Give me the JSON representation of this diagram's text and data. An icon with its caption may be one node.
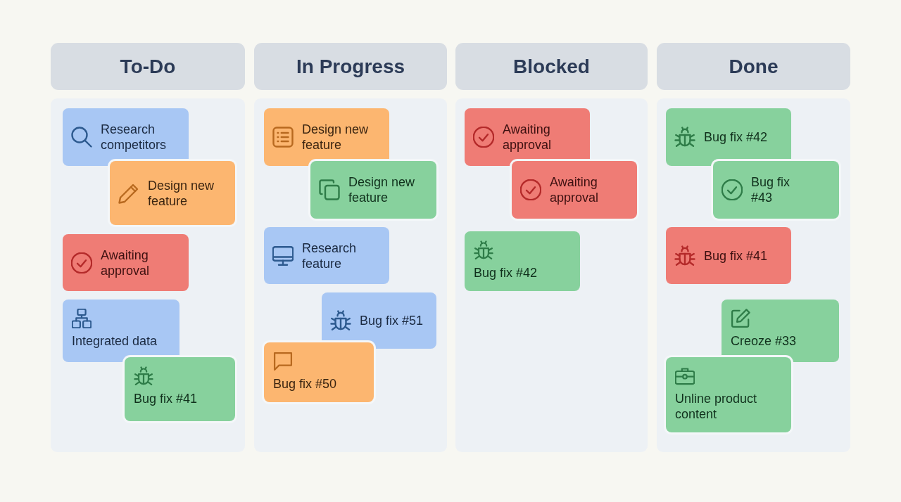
{
  "diagram": {
    "nodes": [
      {
        "text": [
          "To-Do"
        ]
      },
      {
        "text": [],
        "shape": "box"
      },
      {
        "text": [
          "Research competitors"
        ],
        "in": 1
      },
      {
        "text": [
          "Design new feature"
        ],
        "in": 1
      },
      {
        "text": [
          "Awaiting approval"
        ],
        "in": 1
      },
      {
        "text": [
          "Integrated data"
        ],
        "in": 1
      },
      {
        "text": [
          "Bug fix #41"
        ],
        "in": 1
      },
      {
        "text": [
          "In Progress"
        ]
      },
      {
        "text": [],
        "shape": "box"
      },
      {
        "text": [
          "Design new feature"
        ],
        "in": 8
      },
      {
        "text": [
          "Design new feature"
        ],
        "in": 8
      },
      {
        "text": [
          "Research feature"
        ],
        "in": 8
      },
      {
        "text": [
          "Bug fix #51"
        ],
        "in": 8
      },
      {
        "text": [
          "Bug fix #50"
        ],
        "in": 8
      },
      {
        "text": [
          "Blocked"
        ]
      },
      {
        "text": [],
        "shape": "box"
      },
      {
        "text": [
          "Awaiting approval"
        ],
        "in": 15
      },
      {
        "text": [
          "Awaiting approval"
        ],
        "in": 15
      },
      {
        "text": [
          "Bug fix #42"
        ],
        "in": 15
      },
      {
        "text": [
          "Done"
        ]
      },
      {
        "text": [],
        "shape": "box"
      },
      {
        "text": [
          "Bug fix #42"
        ],
        "in": 20
      },
      {
        "text": [
          "Bug fix #43"
        ],
        "in": 20
      },
      {
        "text": [
          "Bug fix #41"
        ],
        "in": 20
      },
      {
        "text": [
          "Creoze #33"
        ],
        "in": 20
      },
      {
        "text": [
          "Unline product content"
        ],
        "in": 20
      }
    ]
  }
}
